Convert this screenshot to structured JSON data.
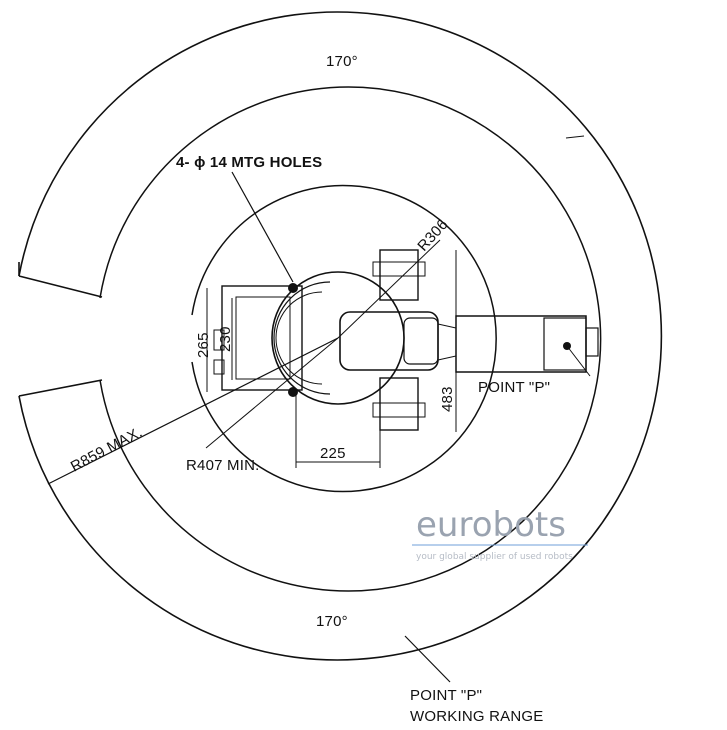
{
  "labels": {
    "angle_top": "170°",
    "angle_bottom": "170°",
    "mounting_holes": "4- ϕ 14 MTG HOLES",
    "radius_arm": "R306",
    "dim_265": "265",
    "dim_230": "230",
    "dim_483": "483",
    "dim_225": "225",
    "point_p": "POINT \"P\"",
    "radius_max": "R859 MAX.",
    "radius_min": "R407 MIN.",
    "working_range_line1": "POINT \"P\"",
    "working_range_line2": "WORKING RANGE"
  },
  "watermark": {
    "brand": "eurobots",
    "tagline": "your global supplier of used robots"
  },
  "colors": {
    "line": "#111111",
    "watermark": "#9aa3b0",
    "watermark_rule": "#6f9fd8"
  }
}
